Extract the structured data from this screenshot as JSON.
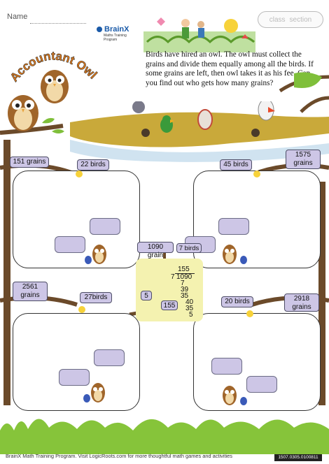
{
  "header": {
    "name_label": "Name",
    "class_label": "class",
    "section_label": "section",
    "brand_name": "BrainX",
    "brand_sub": "Maths Training Program"
  },
  "title": {
    "text": "Accountant Owl"
  },
  "intro": "Birds have hired an owl. The owl must collect the grains and divide them equally among all the birds. If some grains are left, then owl takes it as his fee.  Can you find out who gets how many grains?",
  "problems": [
    {
      "grains": "151 grains",
      "birds": "22 birds"
    },
    {
      "grains": "1575 grains",
      "birds": "45 birds"
    },
    {
      "grains": "2561 grains",
      "birds": "27birds"
    },
    {
      "grains": "2918 grains",
      "birds": "20 birds"
    }
  ],
  "example": {
    "grains": "1090 grain",
    "birds": "7 birds",
    "quotient": "155",
    "divisor": "7",
    "dividend": "1090",
    "step1": "7",
    "step2": "39",
    "step3": "35",
    "step4": "40",
    "step5": "35",
    "remainder": "5",
    "owl_share": "5",
    "bird_share": "155"
  },
  "footer": {
    "text": "BrainX Math Training Program. Visit LogicRoots.com for more thoughtful math games and activities",
    "code": "1507.0305.0100811"
  },
  "colors": {
    "bubble": "#cdc6e6",
    "tree": "#6b4a2a",
    "grass": "#86c43a",
    "pond": "#c9a93a",
    "calc_bg": "#f4f2b0",
    "title_orange": "#e07a1a"
  }
}
